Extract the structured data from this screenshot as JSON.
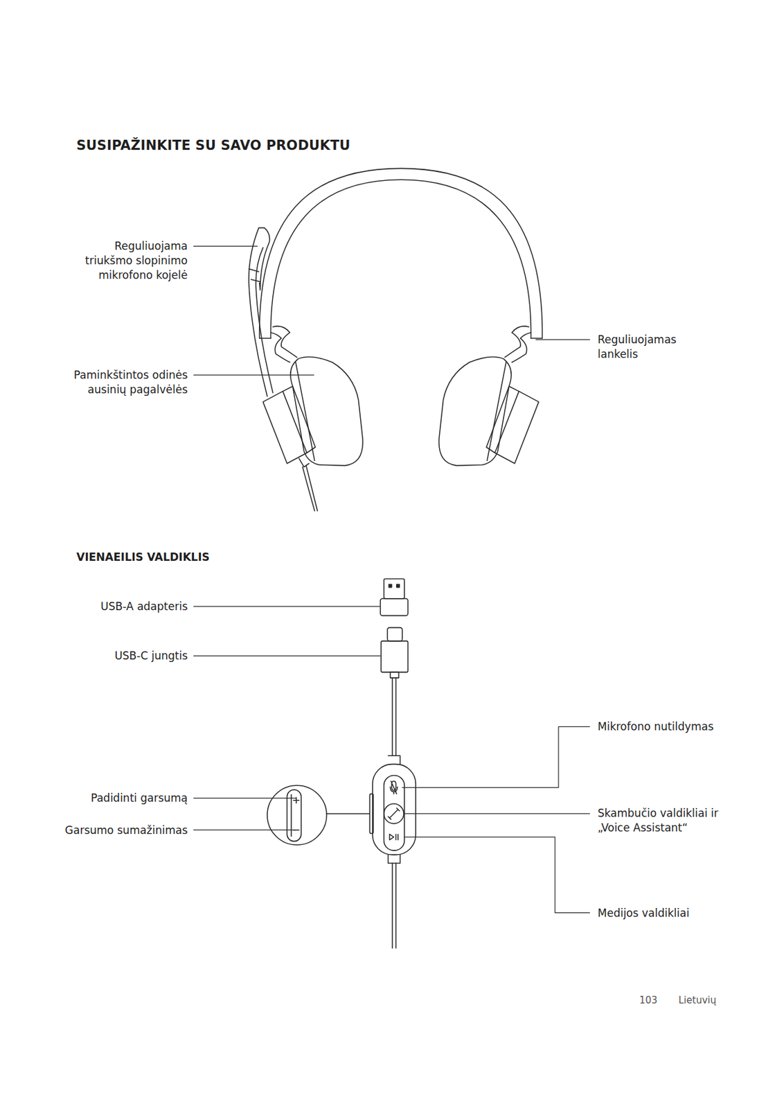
{
  "diagram": {
    "title": "SUSIPAŽINKITE SU SAVO PRODUKTU",
    "labels": [
      "Reguliuojama triukšmo slopinimo mikrofono kojelė",
      "Paminkštintos odinės ausinių pagalvėlės",
      "Reguliuojamas lankelis",
      "VIENAEILIS VALDIKLIS",
      "USB-A adapteris",
      "USB-C jungtis",
      "Mikrofono nutildymas",
      "Padidinti garsumą",
      "Skambučio valdikliai ir „Voice Assistant“",
      "Garsumo sumažinimas",
      "Medijos valdikliai",
      "103",
      "Lietuvių"
    ]
  }
}
